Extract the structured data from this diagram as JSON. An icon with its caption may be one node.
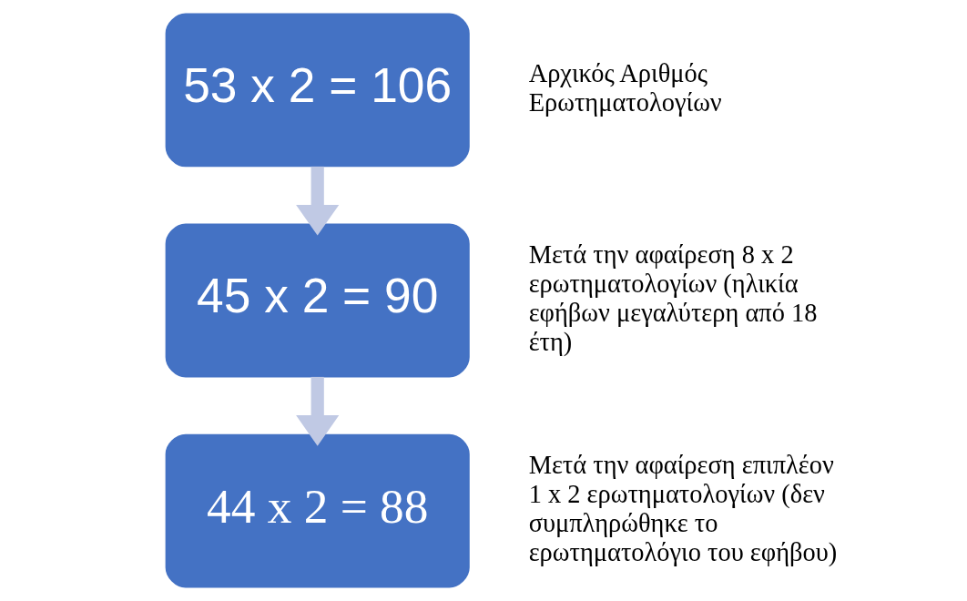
{
  "diagram": {
    "nodes": [
      {
        "text": [
          "53 x 2 = 106"
        ],
        "beside": [
          "Αρχικός Αριθμός Ερωτηματολογίων"
        ]
      },
      {
        "text": [
          "45 x 2 = 90"
        ],
        "beside": [
          "Μετά την αφαίρεση 8 x 2 ερωτηματολογίων (ηλικία εφήβων μεγαλύτερη από 18 έτη)"
        ]
      },
      {
        "text": [
          "44 x 2 = 88"
        ],
        "beside": [
          "Μετά την αφαίρεση επιπλέον 1 x 2 ερωτηματολογίων (δεν συμπληρώθηκε το ερωτηματολόγιο του εφήβου)"
        ]
      }
    ],
    "edges": [
      {
        "from": 0,
        "to": 1,
        "arrow": "to"
      },
      {
        "from": 1,
        "to": 2,
        "arrow": "to"
      }
    ]
  }
}
